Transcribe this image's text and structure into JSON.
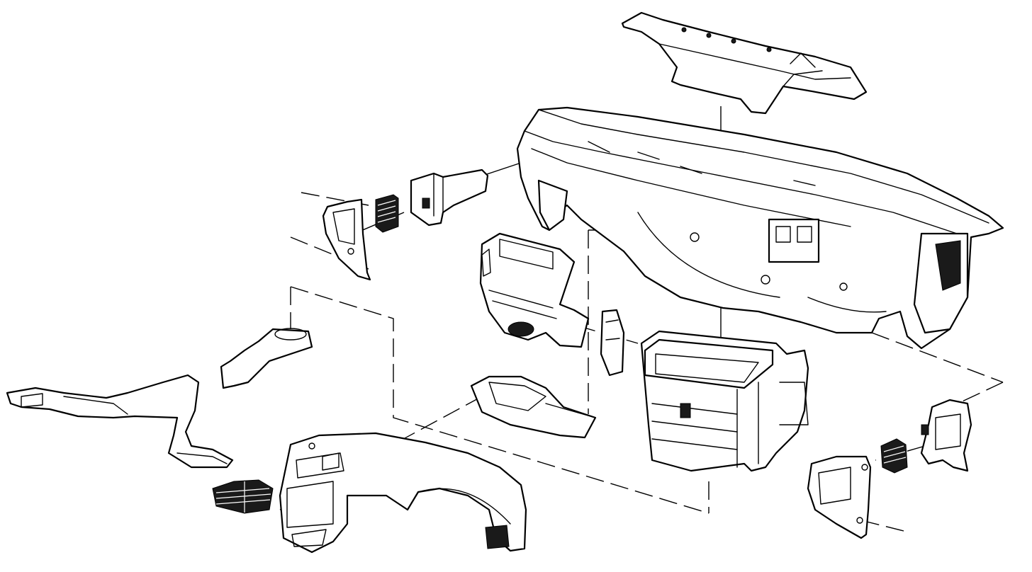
{
  "diagram": {
    "kind": "exploded-view",
    "colors": {
      "line": "#000000",
      "background": "#ffffff"
    },
    "parts": [
      "defroster-grille-panel",
      "instrument-panel-carrier",
      "left-side-vent-duct",
      "left-side-vent-outlet",
      "left-end-trim-panel",
      "blower-motor-assembly",
      "heater-ac-module",
      "floor-air-duct",
      "center-vent-duct",
      "center-vent-outlet",
      "instrument-panel-trim-bezel",
      "right-side-vent-duct",
      "right-side-vent-outlet",
      "right-end-trim-panel",
      "module-bracket"
    ]
  }
}
